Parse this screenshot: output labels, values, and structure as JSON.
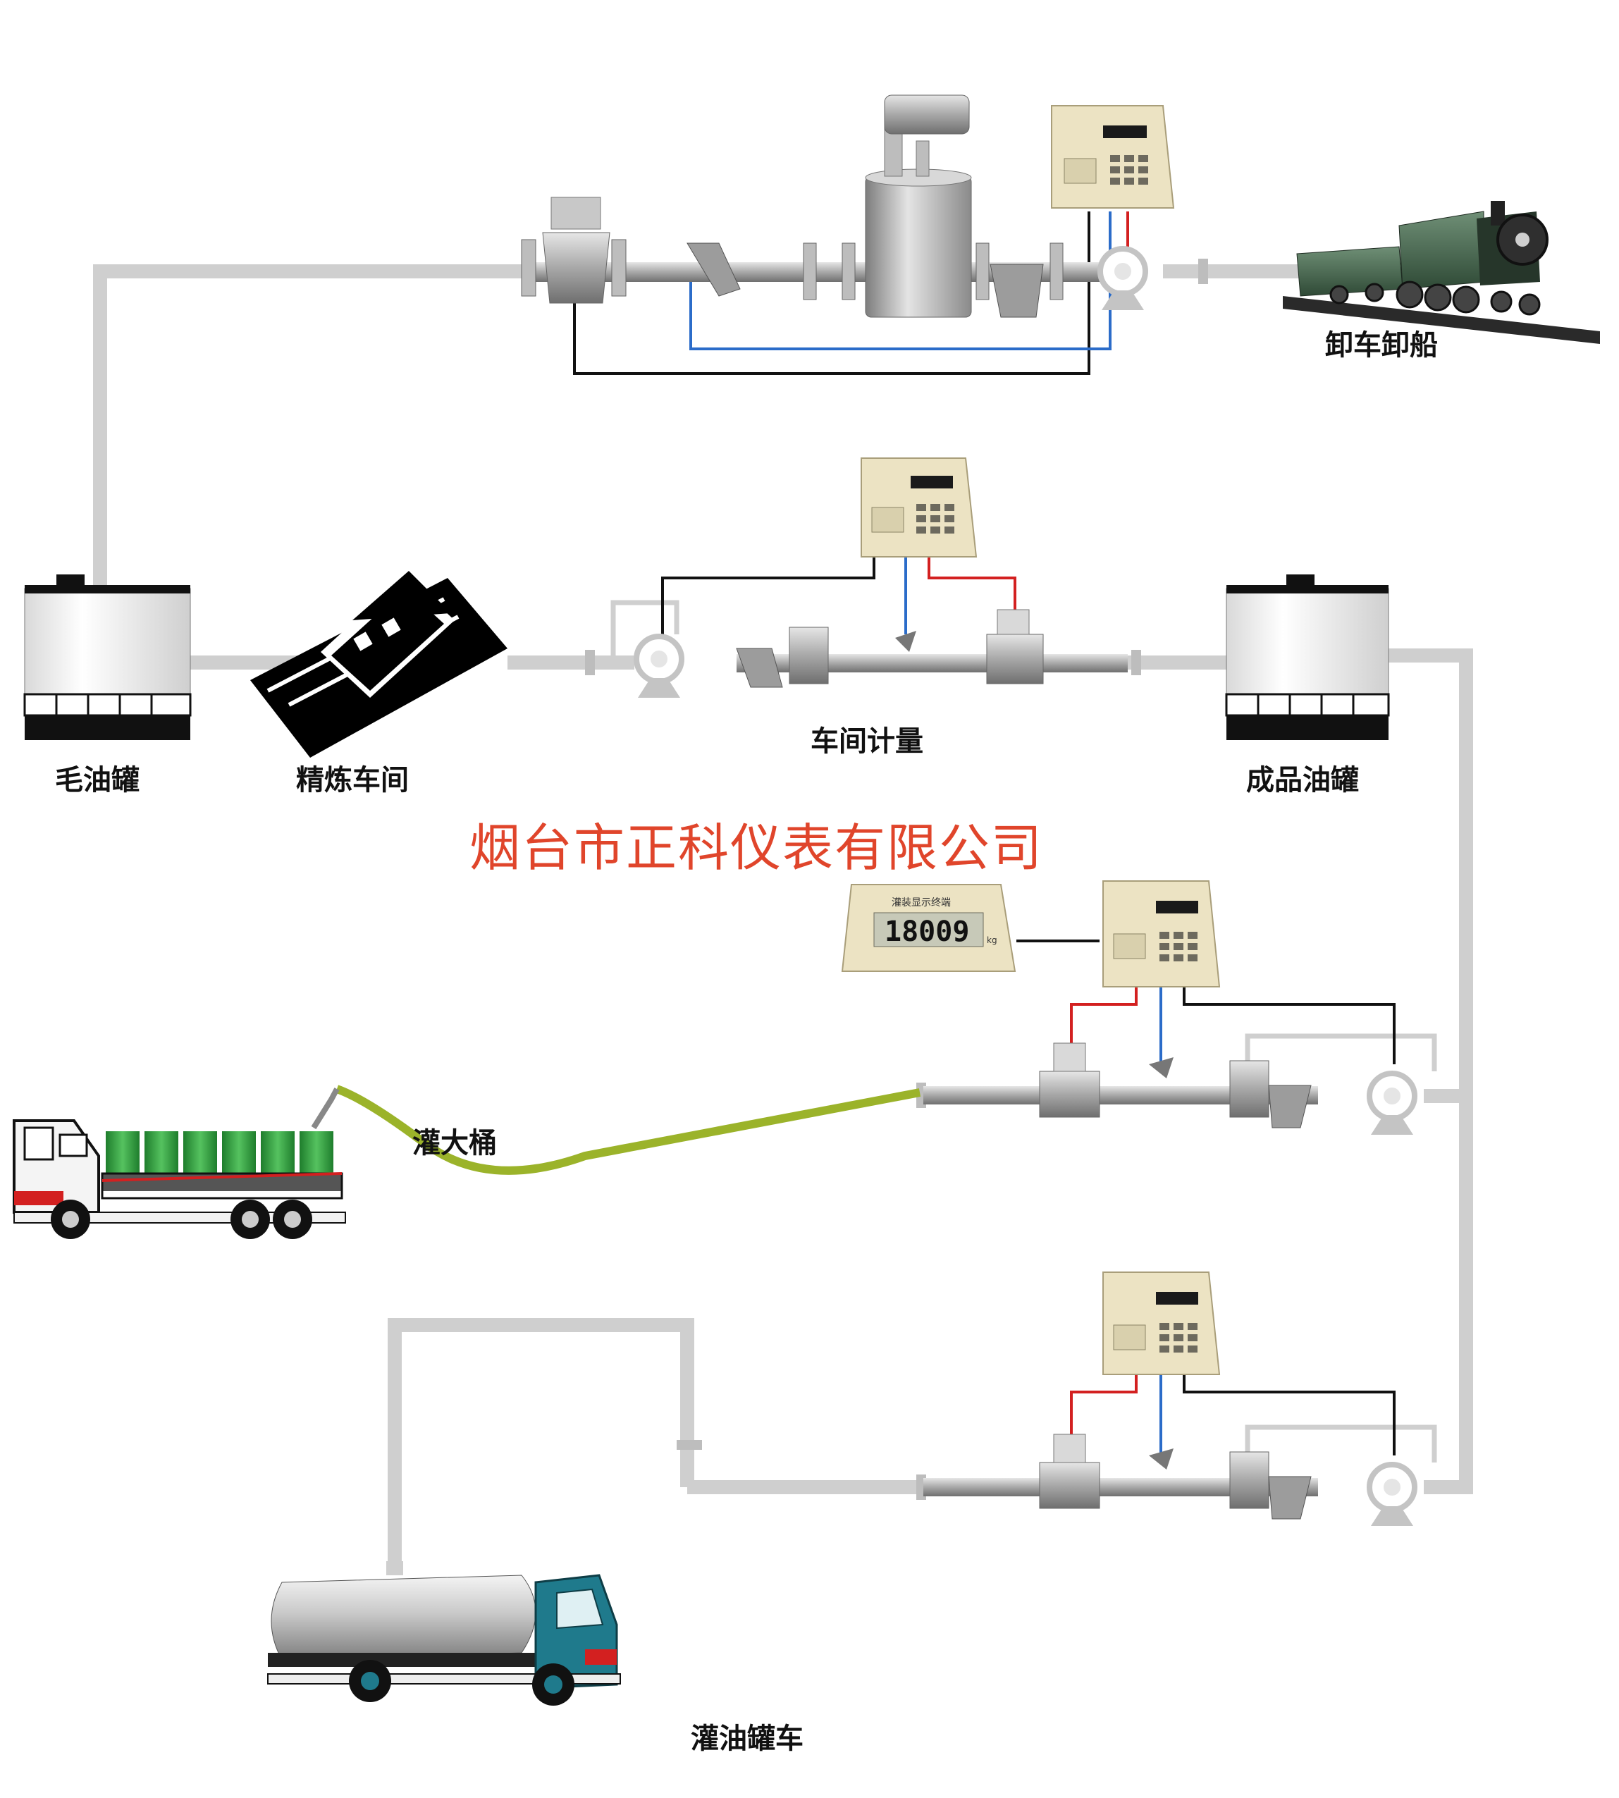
{
  "labels": {
    "unload": "卸车卸船",
    "crude_tank": "毛油罐",
    "refinery": "精炼车间",
    "workshop_metering": "车间计量",
    "product_tank": "成品油罐",
    "barrel_filling": "灌大桶",
    "tanker_filling": "灌油罐车"
  },
  "company": "烟台市正科仪表有限公司",
  "remote_display": {
    "title": "灌装显示终端",
    "reading": "18009",
    "unit": "kg"
  },
  "colors": {
    "pipe": "#cfcfcf",
    "signal_red": "#d32020",
    "signal_blue": "#2b6cc9",
    "signal_black": "#111111",
    "hose": "#9bb32a",
    "company_text": "#e0452b"
  }
}
